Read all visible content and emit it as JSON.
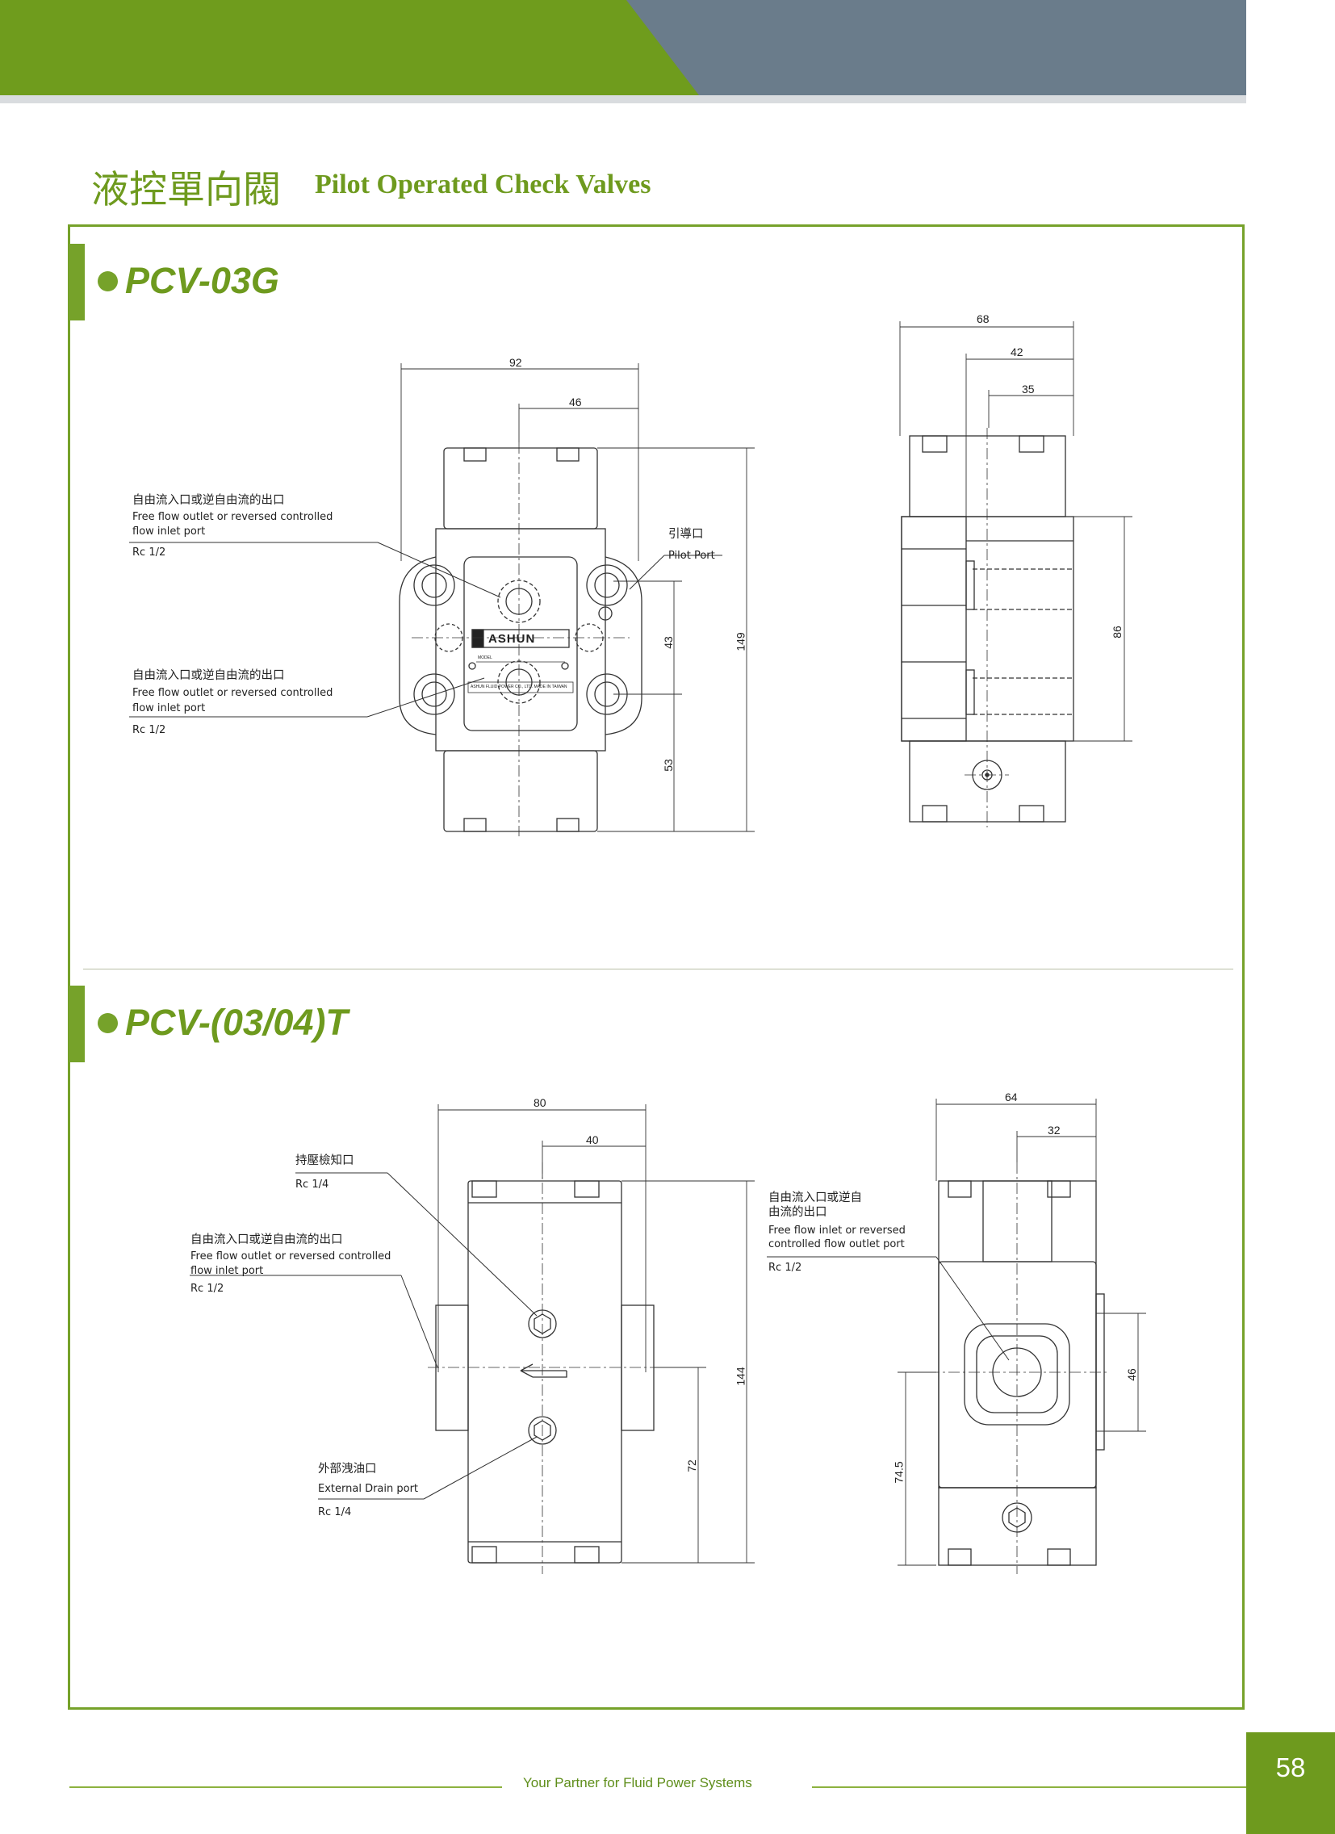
{
  "header": {
    "title_zh": "液控單向閥",
    "title_en": "Pilot Operated Check Valves",
    "colors": {
      "green": "#76a22a",
      "slate": "#6a7c8b"
    }
  },
  "sections": [
    {
      "title": "PCV-03G",
      "labels": {
        "port_a_zh": "自由流入口或逆自由流的出口",
        "port_a_en1": "Free flow outlet or reversed controlled",
        "port_a_en2": "flow inlet port",
        "port_a_size": "Rc 1/2",
        "port_b_zh": "自由流入口或逆自由流的出口",
        "port_b_en1": "Free flow outlet or reversed controlled",
        "port_b_en2": "flow inlet port",
        "port_b_size": "Rc 1/2",
        "pilot_zh": "引導口",
        "pilot_en": "Pilot Port"
      },
      "nameplate": {
        "brand": "ASHUN",
        "model": "MODEL",
        "maker": "ASHUN FLUID POWER CO., LTD. MADE IN TAIWAN"
      },
      "dims": {
        "w92": "92",
        "w46": "46",
        "h43": "43",
        "h149": "149",
        "h53": "53",
        "w68": "68",
        "w42": "42",
        "w35": "35",
        "h86": "86"
      }
    },
    {
      "title": "PCV-(03/04)T",
      "labels": {
        "gauge_zh": "持壓檢知口",
        "gauge_size": "Rc 1/4",
        "port_a_zh": "自由流入口或逆自由流的出口",
        "port_a_en1": "Free flow outlet or reversed controlled",
        "port_a_en2": "flow inlet port",
        "port_a_size": "Rc 1/2",
        "drain_zh": "外部洩油口",
        "drain_en": "External Drain port",
        "drain_size": "Rc 1/4",
        "port_b_zh1": "自由流入口或逆自",
        "port_b_zh2": "由流的出口",
        "port_b_en1": "Free flow inlet or reversed",
        "port_b_en2": "controlled flow outlet port",
        "port_b_size": "Rc 1/2"
      },
      "dims": {
        "w80": "80",
        "w40": "40",
        "h144": "144",
        "h72": "72",
        "w64": "64",
        "w32": "32",
        "h46": "46",
        "h745": "74.5"
      }
    }
  ],
  "footer": {
    "tagline": "Your Partner for Fluid Power Systems",
    "page": "58"
  }
}
